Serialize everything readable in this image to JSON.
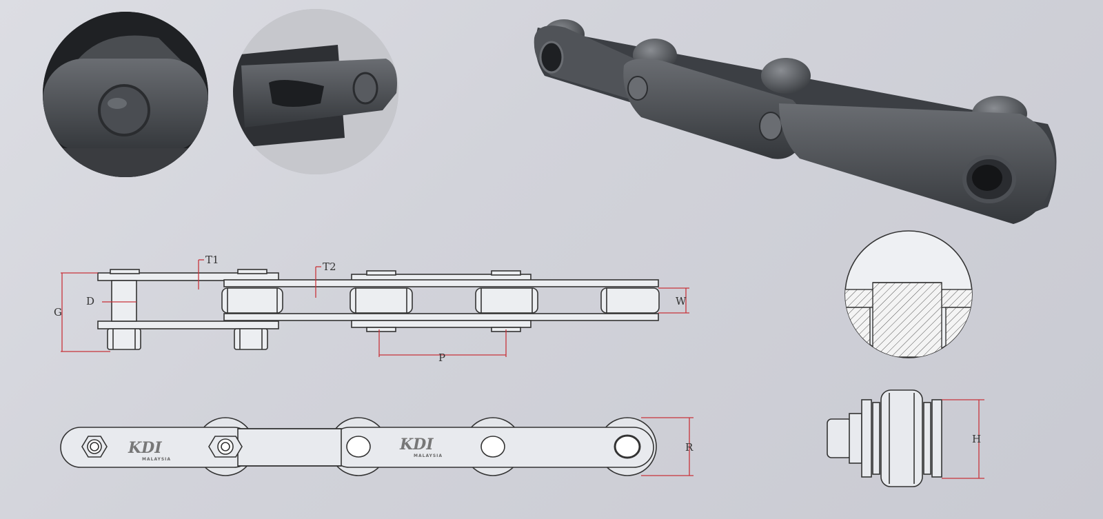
{
  "labels": {
    "t1": "T1",
    "t2": "T2",
    "d": "D",
    "g": "G",
    "w": "W",
    "p": "P",
    "r": "R",
    "h": "H"
  },
  "logo": {
    "main": "KDI",
    "sub": "MALAYSIA"
  },
  "colors": {
    "dimension_red": "#c8333a",
    "line_dark": "#333333",
    "steel_dark": "#3f4247",
    "steel_mid": "#5a5e63",
    "background": "#d6d7de"
  }
}
